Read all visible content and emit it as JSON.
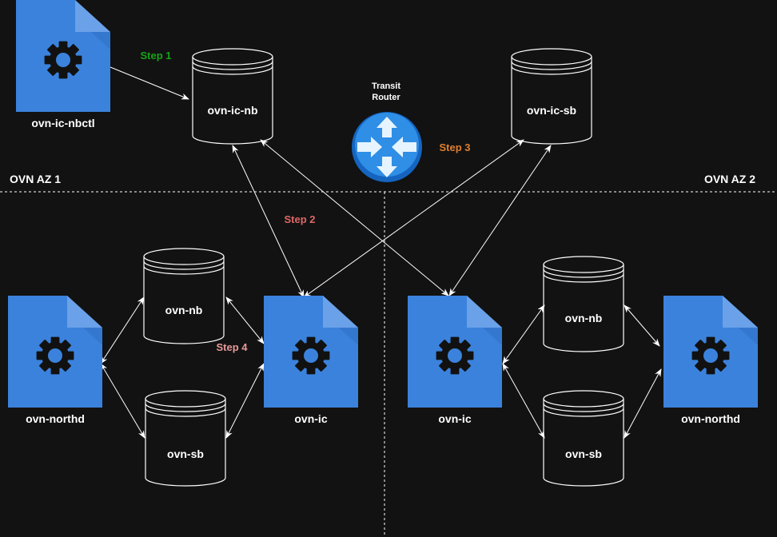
{
  "colors": {
    "background": "#121212",
    "line": "#ffffff",
    "icon_blue": "#3b82dc",
    "icon_fold": "#6aa1e8",
    "gear": "#111111",
    "step1": "#17a317",
    "step2": "#e06666",
    "step3": "#e07f2e",
    "step4": "#ea9999",
    "router_outer": "#1565c0",
    "router_inner": "#2f8ee5",
    "router_arrow": "#e6f4ff"
  },
  "zones": {
    "az1": "OVN AZ 1",
    "az2": "OVN AZ 2"
  },
  "router": {
    "label_line1": "Transit",
    "label_line2": "Router",
    "icon": "router-icon"
  },
  "steps": {
    "step1": "Step 1",
    "step2": "Step 2",
    "step3": "Step 3",
    "step4": "Step 4"
  },
  "nodes": {
    "ic_nbctl": "ovn-ic-nbctl",
    "ic_nb": "ovn-ic-nb",
    "ic_sb": "ovn-ic-sb",
    "az1_nb": "ovn-nb",
    "az1_sb": "ovn-sb",
    "az1_northd": "ovn-northd",
    "az1_ic": "ovn-ic",
    "az2_ic": "ovn-ic",
    "az2_nb": "ovn-nb",
    "az2_sb": "ovn-sb",
    "az2_northd": "ovn-northd"
  },
  "icons": {
    "process": "process-file-icon",
    "database": "database-icon"
  }
}
